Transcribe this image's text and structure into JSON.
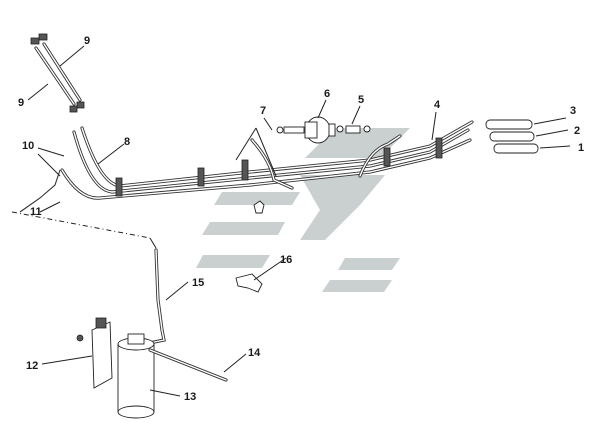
{
  "diagram": {
    "callouts": [
      {
        "id": "c1",
        "text": "1"
      },
      {
        "id": "c2",
        "text": "2"
      },
      {
        "id": "c3",
        "text": "3"
      },
      {
        "id": "c4",
        "text": "4"
      },
      {
        "id": "c5",
        "text": "5"
      },
      {
        "id": "c6",
        "text": "6"
      },
      {
        "id": "c7",
        "text": "7"
      },
      {
        "id": "c8",
        "text": "8"
      },
      {
        "id": "c9a",
        "text": "9"
      },
      {
        "id": "c9b",
        "text": "9"
      },
      {
        "id": "c10",
        "text": "10"
      },
      {
        "id": "c11",
        "text": "11"
      },
      {
        "id": "c12",
        "text": "12"
      },
      {
        "id": "c13",
        "text": "13"
      },
      {
        "id": "c14",
        "text": "14"
      },
      {
        "id": "c15",
        "text": "15"
      },
      {
        "id": "c16",
        "text": "16"
      }
    ],
    "colors": {
      "ink": "#222222",
      "watermark": "#c9d0cf",
      "background": "#ffffff"
    }
  }
}
